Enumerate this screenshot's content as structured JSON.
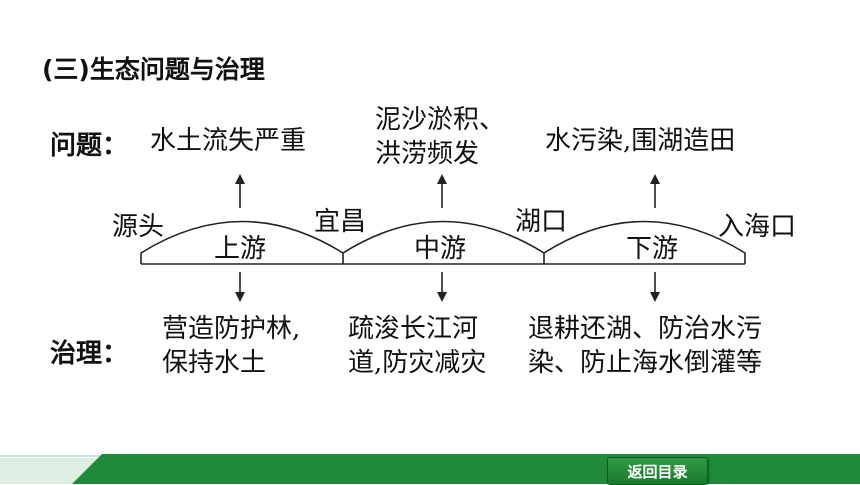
{
  "section_title": "(三)生态问题与治理",
  "rows": {
    "problem_label": "问题：",
    "governance_label": "治理："
  },
  "problems": {
    "upper": "水土流失严重",
    "middle_line1": "泥沙淤积、",
    "middle_line2": "洪涝频发",
    "lower": "水污染,围湖造田"
  },
  "places": {
    "source": "源头",
    "yichang": "宜昌",
    "hukou": "湖口",
    "estuary": "入海口"
  },
  "segments": {
    "upper": "上游",
    "middle": "中游",
    "lower": "下游"
  },
  "governance": {
    "upper_line1": "营造防护林,",
    "upper_line2": "保持水土",
    "middle_line1": "疏浚长江河",
    "middle_line2": "道,防灾减灾",
    "lower_line1": "退耕还湖、防治水污",
    "lower_line2": "染、防止海水倒灌等"
  },
  "footer": {
    "back_label": "返回目录"
  },
  "colors": {
    "footer_green": "#1f8a3a",
    "footer_light": "#dfeee2"
  }
}
